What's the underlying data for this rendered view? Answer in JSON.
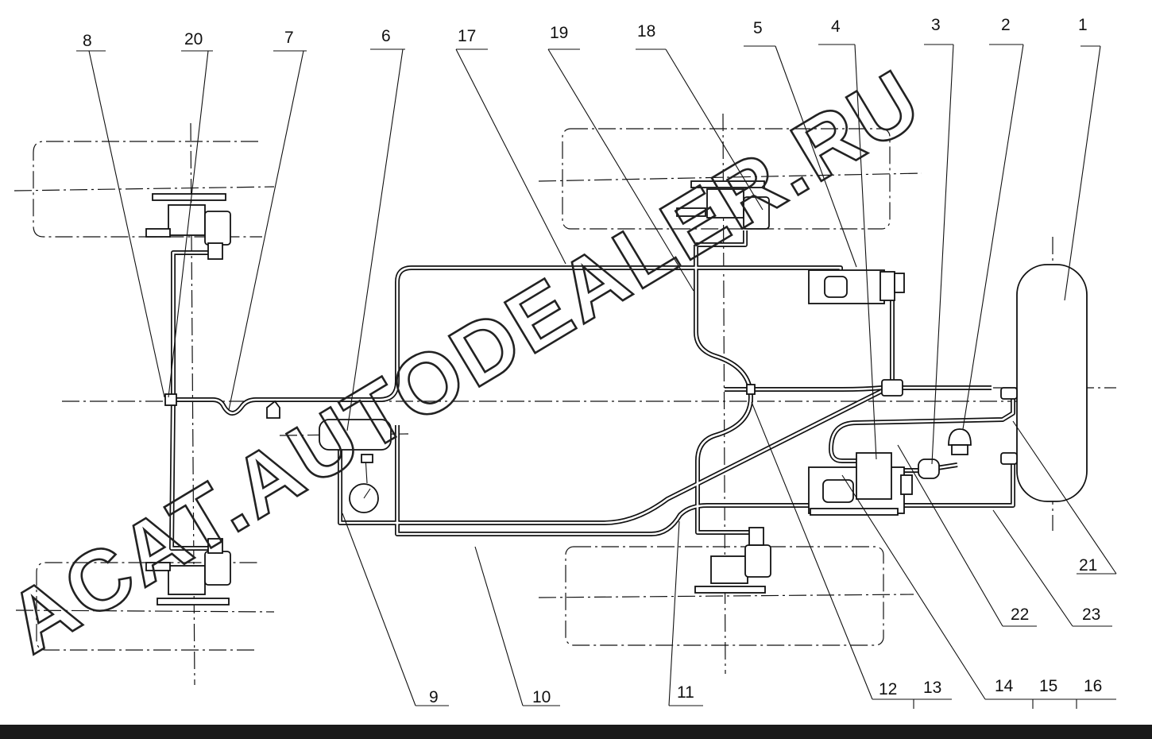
{
  "labels": {
    "n1": "1",
    "n2": "2",
    "n3": "3",
    "n4": "4",
    "n5": "5",
    "n6": "6",
    "n7": "7",
    "n8": "8",
    "n9": "9",
    "n10": "10",
    "n11": "11",
    "n12": "12",
    "n13": "13",
    "n14": "14",
    "n15": "15",
    "n16": "16",
    "n17": "17",
    "n18": "18",
    "n19": "19",
    "n20": "20",
    "n21": "21",
    "n22": "22",
    "n23": "23"
  },
  "watermark": "ACAT.AUTODEALER.RU",
  "colors": {
    "ink": "#111111",
    "paper": "#ffffff",
    "bottom_bar": "#1a1a1a"
  }
}
